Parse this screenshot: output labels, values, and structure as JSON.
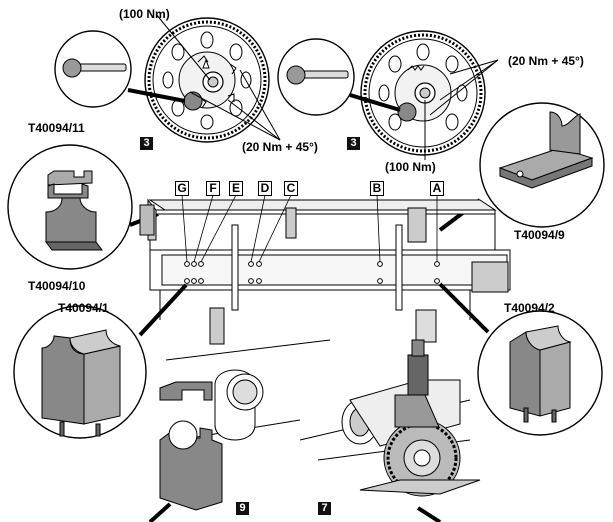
{
  "labels": {
    "torque_100_top": "(100 Nm)",
    "torque_20_top": "(20 Nm + 45°)",
    "torque_20_right": "(20 Nm + 45°)",
    "torque_100_right": "(100 Nm)",
    "tool_11": "T40094/11",
    "tool_10": "T40094/10",
    "tool_9": "T40094/9",
    "tool_1": "T40094/1",
    "tool_2": "T40094/2"
  },
  "letters": [
    "G",
    "F",
    "E",
    "D",
    "C",
    "B",
    "A"
  ],
  "numbers": {
    "left_pulley": "3",
    "right_pulley": "3",
    "bottom_mid": "9",
    "bottom_right": "7"
  }
}
